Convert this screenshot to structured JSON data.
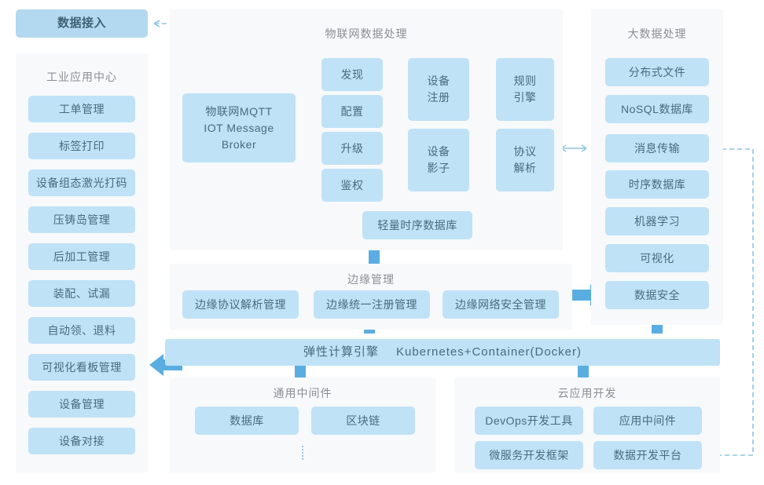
{
  "theme": {
    "node_fill": "#bfe2f7",
    "node_fill_strong": "#b2d9ef",
    "panel_bg": "#f8f9fa",
    "text": "#4a6b7c",
    "title_text": "#8a8f94",
    "arrow_solid": "#5aade1",
    "arrow_dashed": "#8ec5e6"
  },
  "data_ingest": {
    "label": "数据接入"
  },
  "industrial_app_center": {
    "title": "工业应用中心",
    "items": [
      "工单管理",
      "标签打印",
      "设备组态激光打码",
      "压铸岛管理",
      "后加工管理",
      "装配、试漏",
      "自动领、退料",
      "可视化看板管理",
      "设备管理",
      "设备对接"
    ]
  },
  "iot_data_processing": {
    "title": "物联网数据处理",
    "broker": "物联网MQTT\nIOT Message\nBroker",
    "broker_lines": [
      "物联网MQTT",
      "IOT Message",
      "Broker"
    ],
    "column_device_ops": [
      "发现",
      "配置",
      "升级",
      "鉴权"
    ],
    "column_registry": [
      "设备\n注册",
      "设备\n影子"
    ],
    "column_registry_lines": [
      [
        "设备",
        "注册"
      ],
      [
        "设备",
        "影子"
      ]
    ],
    "column_engine": [
      "规则\n引擎",
      "协议\n解析"
    ],
    "column_engine_lines": [
      [
        "规则",
        "引擎"
      ],
      [
        "协议",
        "解析"
      ]
    ],
    "tsdb": "轻量时序数据库",
    "bidir_marker": "<-->"
  },
  "big_data_processing": {
    "title": "大数据处理",
    "items": [
      "分布式文件",
      "NoSQL数据库",
      "消息传输",
      "时序数据库",
      "机器学习",
      "可视化",
      "数据安全"
    ]
  },
  "edge_management": {
    "title": "边缘管理",
    "items": [
      "边缘协议解析管理",
      "边缘统一注册管理",
      "边缘网络安全管理"
    ]
  },
  "elastic_compute": {
    "label_cn": "弹性计算引擎",
    "label_en": "Kubernetes+Container(Docker)"
  },
  "common_middleware": {
    "title": "通用中间件",
    "items": [
      "数据库",
      "区块链"
    ],
    "more_indicator": "⋮"
  },
  "cloud_app_dev": {
    "title": "云应用开发",
    "items": [
      "DevOps开发工具",
      "应用中间件",
      "微服务开发框架",
      "数据开发平台"
    ]
  }
}
